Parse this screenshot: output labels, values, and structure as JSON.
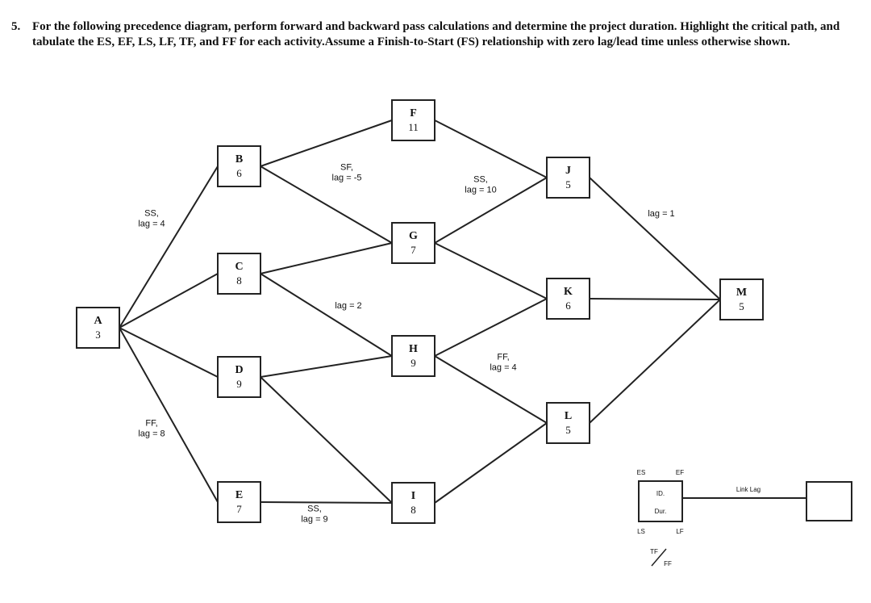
{
  "question": {
    "number": "5.",
    "text_before": "For the following ",
    "highlight": "precedence diagram",
    "text_after": ", perform forward and backward pass calculations and determine the project duration. Highlight the critical path, and tabulate the ES, EF, LS, LF, TF, and FF for each activity.Assume a Finish-to-Start (FS) relationship with zero lag/lead time unless otherwise shown."
  },
  "nodes": [
    {
      "id": "A",
      "dur": "3"
    },
    {
      "id": "B",
      "dur": "6"
    },
    {
      "id": "C",
      "dur": "8"
    },
    {
      "id": "D",
      "dur": "9"
    },
    {
      "id": "E",
      "dur": "7"
    },
    {
      "id": "F",
      "dur": "11"
    },
    {
      "id": "G",
      "dur": "7"
    },
    {
      "id": "H",
      "dur": "9"
    },
    {
      "id": "I",
      "dur": "8"
    },
    {
      "id": "J",
      "dur": "5"
    },
    {
      "id": "K",
      "dur": "6"
    },
    {
      "id": "L",
      "dur": "5"
    },
    {
      "id": "M",
      "dur": "5"
    }
  ],
  "edges": [
    {
      "from": "A",
      "to": "B",
      "label": [
        "SS,",
        "lag = 4"
      ]
    },
    {
      "from": "A",
      "to": "C"
    },
    {
      "from": "A",
      "to": "D"
    },
    {
      "from": "A",
      "to": "E",
      "label": [
        "FF,",
        "lag = 8"
      ]
    },
    {
      "from": "B",
      "to": "F"
    },
    {
      "from": "B",
      "to": "G",
      "label": [
        "SF,",
        "lag = -5"
      ]
    },
    {
      "from": "C",
      "to": "G"
    },
    {
      "from": "C",
      "to": "H",
      "label": [
        "lag = 2"
      ]
    },
    {
      "from": "D",
      "to": "H"
    },
    {
      "from": "D",
      "to": "I"
    },
    {
      "from": "E",
      "to": "I",
      "label": [
        "SS,",
        "lag = 9"
      ]
    },
    {
      "from": "F",
      "to": "J"
    },
    {
      "from": "G",
      "to": "J",
      "label": [
        "SS,",
        "lag = 10"
      ]
    },
    {
      "from": "G",
      "to": "K"
    },
    {
      "from": "H",
      "to": "K"
    },
    {
      "from": "H",
      "to": "L",
      "label": [
        "FF,",
        "lag = 4"
      ]
    },
    {
      "from": "I",
      "to": "L"
    },
    {
      "from": "J",
      "to": "M",
      "label": [
        "lag = 1"
      ]
    },
    {
      "from": "K",
      "to": "M"
    },
    {
      "from": "L",
      "to": "M"
    }
  ],
  "legend": {
    "es": "ES",
    "ef": "EF",
    "id": "ID.",
    "dur": "Dur.",
    "ls": "LS",
    "lf": "LF",
    "tf": "TF",
    "ff": "FF",
    "link": "Link Lag"
  }
}
